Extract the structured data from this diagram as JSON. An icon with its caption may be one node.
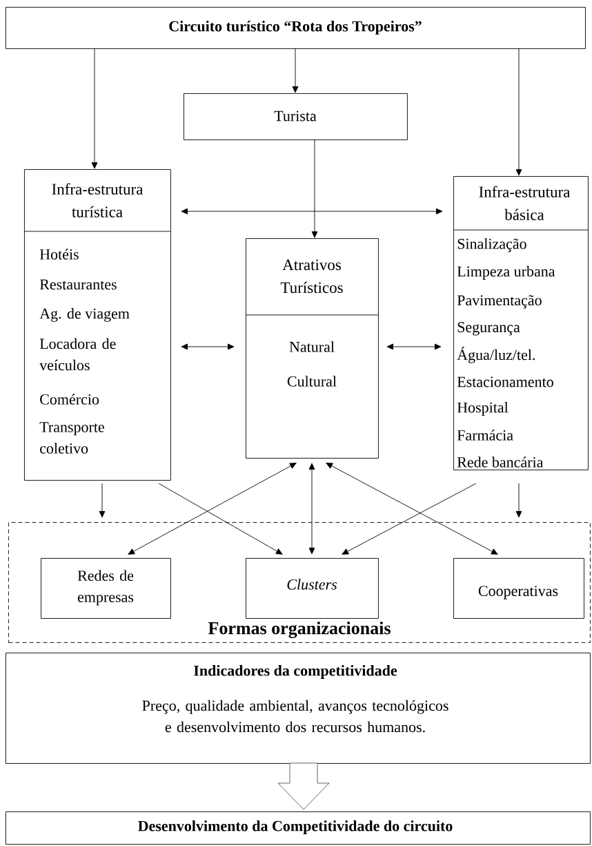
{
  "diagram": {
    "nodes": [
      {
        "text": [
          "Circuito turístico “Rota dos Tropeiros”"
        ]
      },
      {
        "text": [
          "Turista"
        ]
      },
      {
        "text": [
          "Infra-estrutura turística",
          "Hotéis",
          "Restaurantes",
          "Ag. de viagem",
          "Locadora de veículos",
          "Comércio",
          "Transporte coletivo"
        ]
      },
      {
        "text": [
          "Atrativos Turísticos",
          "Natural",
          "Cultural"
        ]
      },
      {
        "text": [
          "Infra-estrutura básica",
          "Sinalização",
          "Limpeza urbana",
          "Pavimentação",
          "Segurança",
          "Água/luz/tel.",
          "Estacionamento",
          "Hospital",
          "Farmácia",
          "Rede bancária"
        ]
      },
      {
        "text": [
          "Formas organizacionais"
        ]
      },
      {
        "text": [
          "Redes de empresas"
        ],
        "in": 5
      },
      {
        "text": [
          "Clusters"
        ],
        "in": 5
      },
      {
        "text": [
          "Cooperativas"
        ],
        "in": 5
      },
      {
        "text": [
          "Indicadores da competitividade",
          "Preço, qualidade ambiental, avanços tecnológicos e desenvolvimento dos recursos humanos."
        ]
      },
      {
        "text": [
          "Desenvolvimento da Competitividade do circuito"
        ]
      }
    ],
    "edges": [
      {
        "from": 0,
        "to": 2,
        "arrow": "to"
      },
      {
        "from": 0,
        "to": 1,
        "arrow": "to"
      },
      {
        "from": 0,
        "to": 4,
        "arrow": "to"
      },
      {
        "from": 1,
        "to": 3,
        "arrow": "to"
      },
      {
        "from": 2,
        "to": 4,
        "arrow": "both"
      },
      {
        "from": 2,
        "to": 3,
        "arrow": "both"
      },
      {
        "from": 3,
        "to": 4,
        "arrow": "both"
      },
      {
        "from": 3,
        "to": 6,
        "arrow": "both"
      },
      {
        "from": 3,
        "to": 7,
        "arrow": "both"
      },
      {
        "from": 3,
        "to": 8,
        "arrow": "both"
      },
      {
        "from": 2,
        "to": 7,
        "arrow": "to"
      },
      {
        "from": 4,
        "to": 7,
        "arrow": "to"
      },
      {
        "from": 2,
        "to": 5,
        "arrow": "to"
      },
      {
        "from": 4,
        "to": 5,
        "arrow": "to"
      },
      {
        "from": 9,
        "to": 10,
        "arrow": "to"
      }
    ]
  }
}
